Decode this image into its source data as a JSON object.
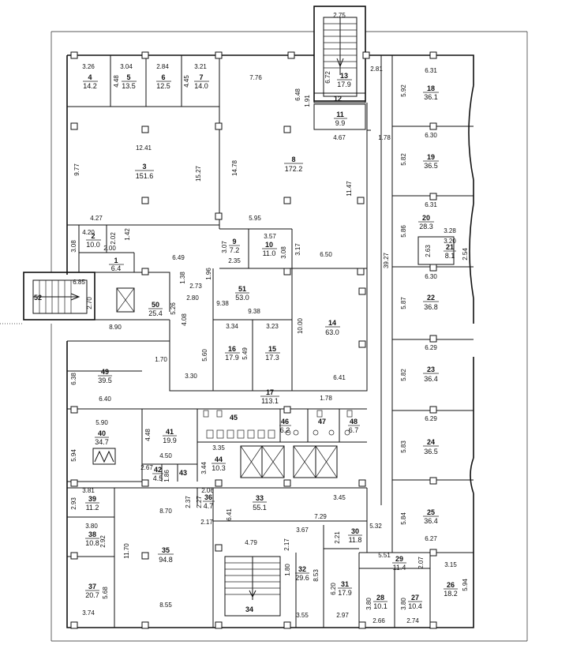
{
  "rooms": [
    {
      "id": "r1",
      "number": "1",
      "area": "6.4"
    },
    {
      "id": "r2",
      "number": "2",
      "area": "10.0"
    },
    {
      "id": "r3",
      "number": "3",
      "area": "151.6"
    },
    {
      "id": "r4",
      "number": "4",
      "area": "14.2"
    },
    {
      "id": "r5",
      "number": "5",
      "area": "13.5"
    },
    {
      "id": "r6",
      "number": "6",
      "area": "12.5"
    },
    {
      "id": "r7",
      "number": "7",
      "area": "14.0"
    },
    {
      "id": "r8",
      "number": "8",
      "area": "172.2"
    },
    {
      "id": "r9",
      "number": "9",
      "area": "7.2"
    },
    {
      "id": "r10",
      "number": "10",
      "area": "11.0"
    },
    {
      "id": "r11",
      "number": "11",
      "area": "9.9"
    },
    {
      "id": "r12",
      "number": "12",
      "area": ""
    },
    {
      "id": "r13",
      "number": "13",
      "area": "17.9"
    },
    {
      "id": "r14",
      "number": "14",
      "area": "63.0"
    },
    {
      "id": "r15",
      "number": "15",
      "area": "17.3"
    },
    {
      "id": "r16",
      "number": "16",
      "area": "17.9"
    },
    {
      "id": "r17",
      "number": "17",
      "area": "113.1"
    },
    {
      "id": "r18",
      "number": "18",
      "area": "36.1"
    },
    {
      "id": "r19",
      "number": "19",
      "area": "36.5"
    },
    {
      "id": "r20",
      "number": "20",
      "area": "28.3"
    },
    {
      "id": "r21",
      "number": "21",
      "area": "8.1"
    },
    {
      "id": "r22",
      "number": "22",
      "area": "36.8"
    },
    {
      "id": "r23",
      "number": "23",
      "area": "36.4"
    },
    {
      "id": "r24",
      "number": "24",
      "area": "36.5"
    },
    {
      "id": "r25",
      "number": "25",
      "area": "36.4"
    },
    {
      "id": "r26",
      "number": "26",
      "area": "18.2"
    },
    {
      "id": "r27",
      "number": "27",
      "area": "10.4"
    },
    {
      "id": "r28",
      "number": "28",
      "area": "10.1"
    },
    {
      "id": "r29",
      "number": "29",
      "area": "11.4"
    },
    {
      "id": "r30",
      "number": "30",
      "area": "11.8"
    },
    {
      "id": "r31",
      "number": "31",
      "area": "17.9"
    },
    {
      "id": "r32",
      "number": "32",
      "area": "29.6"
    },
    {
      "id": "r33",
      "number": "33",
      "area": "55.1"
    },
    {
      "id": "r34",
      "number": "34",
      "area": ""
    },
    {
      "id": "r35",
      "number": "35",
      "area": "94.8"
    },
    {
      "id": "r36",
      "number": "36",
      "area": "4.7"
    },
    {
      "id": "r37",
      "number": "37",
      "area": "20.7"
    },
    {
      "id": "r38",
      "number": "38",
      "area": "10.8"
    },
    {
      "id": "r39",
      "number": "39",
      "area": "11.2"
    },
    {
      "id": "r40",
      "number": "40",
      "area": "34.7"
    },
    {
      "id": "r41",
      "number": "41",
      "area": "19.9"
    },
    {
      "id": "r42",
      "number": "42",
      "area": "4.5"
    },
    {
      "id": "r43",
      "number": "43",
      "area": ""
    },
    {
      "id": "r44",
      "number": "44",
      "area": "10.3"
    },
    {
      "id": "r45",
      "number": "45",
      "area": ""
    },
    {
      "id": "r46",
      "number": "46",
      "area": "6.2"
    },
    {
      "id": "r47",
      "number": "47",
      "area": ""
    },
    {
      "id": "r48",
      "number": "48",
      "area": "6.7"
    },
    {
      "id": "r49",
      "number": "49",
      "area": "39.5"
    },
    {
      "id": "r50",
      "number": "50",
      "area": "25.4"
    },
    {
      "id": "r51",
      "number": "51",
      "area": "53.0"
    },
    {
      "id": "r52",
      "number": "52",
      "area": ""
    }
  ],
  "dimensions": [
    {
      "id": "d01",
      "text": "2.75"
    },
    {
      "id": "d02",
      "text": "6.72"
    },
    {
      "id": "d03",
      "text": "2.81"
    },
    {
      "id": "d04",
      "text": "1.91"
    },
    {
      "id": "d05",
      "text": "4.67"
    },
    {
      "id": "d06",
      "text": "1.78"
    },
    {
      "id": "d07",
      "text": "6.48"
    },
    {
      "id": "d08",
      "text": "7.76"
    },
    {
      "id": "d09",
      "text": "14.78"
    },
    {
      "id": "d10",
      "text": "11.47"
    },
    {
      "id": "d11",
      "text": "5.95"
    },
    {
      "id": "d12",
      "text": "3.26"
    },
    {
      "id": "d13",
      "text": "3.04"
    },
    {
      "id": "d14",
      "text": "2.84"
    },
    {
      "id": "d15",
      "text": "3.21"
    },
    {
      "id": "d16",
      "text": "4.48"
    },
    {
      "id": "d17",
      "text": "4.45"
    },
    {
      "id": "d18",
      "text": "12.41"
    },
    {
      "id": "d19",
      "text": "9.77"
    },
    {
      "id": "d20",
      "text": "15.27"
    },
    {
      "id": "d21",
      "text": "4.27"
    },
    {
      "id": "d22",
      "text": "4.20"
    },
    {
      "id": "d23",
      "text": "2.02"
    },
    {
      "id": "d24",
      "text": "1.42"
    },
    {
      "id": "d25",
      "text": "3.08"
    },
    {
      "id": "d26",
      "text": "2.00"
    },
    {
      "id": "d27",
      "text": "6.49"
    },
    {
      "id": "d28",
      "text": "3.07"
    },
    {
      "id": "d29",
      "text": "3.57"
    },
    {
      "id": "d30",
      "text": "2.35"
    },
    {
      "id": "d31",
      "text": "3.08"
    },
    {
      "id": "d32",
      "text": "3.17"
    },
    {
      "id": "d33",
      "text": "6.50"
    },
    {
      "id": "d34",
      "text": "1.38"
    },
    {
      "id": "d35",
      "text": "1.96"
    },
    {
      "id": "d36",
      "text": "2.73"
    },
    {
      "id": "d37",
      "text": "2.80"
    },
    {
      "id": "d38",
      "text": "6.85"
    },
    {
      "id": "d39",
      "text": "2.70"
    },
    {
      "id": "d40",
      "text": "5.26"
    },
    {
      "id": "d41",
      "text": "8.90"
    },
    {
      "id": "d42",
      "text": "9.38"
    },
    {
      "id": "d43",
      "text": "9.38"
    },
    {
      "id": "d44",
      "text": "4.08"
    },
    {
      "id": "d45",
      "text": "10.00"
    },
    {
      "id": "d46",
      "text": "3.34"
    },
    {
      "id": "d47",
      "text": "3.23"
    },
    {
      "id": "d48",
      "text": "5.60"
    },
    {
      "id": "d49",
      "text": "5.49"
    },
    {
      "id": "d50",
      "text": "1.70"
    },
    {
      "id": "d51",
      "text": "3.30"
    },
    {
      "id": "d52",
      "text": "6.41"
    },
    {
      "id": "d53",
      "text": "39.27"
    },
    {
      "id": "d54",
      "text": "6.31"
    },
    {
      "id": "d55",
      "text": "5.92"
    },
    {
      "id": "d56",
      "text": "6.30"
    },
    {
      "id": "d57",
      "text": "5.82"
    },
    {
      "id": "d58",
      "text": "6.31"
    },
    {
      "id": "d59",
      "text": "5.86"
    },
    {
      "id": "d60",
      "text": "3.28"
    },
    {
      "id": "d61",
      "text": "3.20"
    },
    {
      "id": "d62",
      "text": "2.63"
    },
    {
      "id": "d63",
      "text": "2.54"
    },
    {
      "id": "d64",
      "text": "6.30"
    },
    {
      "id": "d65",
      "text": "5.87"
    },
    {
      "id": "d66",
      "text": "6.29"
    },
    {
      "id": "d67",
      "text": "5.82"
    },
    {
      "id": "d68",
      "text": "6.29"
    },
    {
      "id": "d69",
      "text": "5.83"
    },
    {
      "id": "d70",
      "text": "5.84"
    },
    {
      "id": "d71",
      "text": "6.27"
    },
    {
      "id": "d72",
      "text": "6.38"
    },
    {
      "id": "d73",
      "text": "6.40"
    },
    {
      "id": "d74",
      "text": "1.78"
    },
    {
      "id": "d75",
      "text": "5.90"
    },
    {
      "id": "d76",
      "text": "5.94"
    },
    {
      "id": "d77",
      "text": "4.48"
    },
    {
      "id": "d78",
      "text": "4.50"
    },
    {
      "id": "d79",
      "text": "2.67"
    },
    {
      "id": "d80",
      "text": "1.86"
    },
    {
      "id": "d81",
      "text": "3.35"
    },
    {
      "id": "d82",
      "text": "3.44"
    },
    {
      "id": "d83",
      "text": "3.81"
    },
    {
      "id": "d84",
      "text": "2.93"
    },
    {
      "id": "d85",
      "text": "3.80"
    },
    {
      "id": "d86",
      "text": "2.92"
    },
    {
      "id": "d87",
      "text": "8.70"
    },
    {
      "id": "d88",
      "text": "11.70"
    },
    {
      "id": "d89",
      "text": "5.68"
    },
    {
      "id": "d90",
      "text": "3.74"
    },
    {
      "id": "d91",
      "text": "8.55"
    },
    {
      "id": "d92",
      "text": "2.37"
    },
    {
      "id": "d93",
      "text": "2.27"
    },
    {
      "id": "d94",
      "text": "2.06"
    },
    {
      "id": "d95",
      "text": "2.17"
    },
    {
      "id": "d96",
      "text": "6.41"
    },
    {
      "id": "d97",
      "text": "3.45"
    },
    {
      "id": "d98",
      "text": "7.29"
    },
    {
      "id": "d99",
      "text": "4.79"
    },
    {
      "id": "d100",
      "text": "3.67"
    },
    {
      "id": "d101",
      "text": "2.17"
    },
    {
      "id": "d102",
      "text": "2.21"
    },
    {
      "id": "d103",
      "text": "5.32"
    },
    {
      "id": "d104",
      "text": "1.80"
    },
    {
      "id": "d105",
      "text": "8.53"
    },
    {
      "id": "d106",
      "text": "6.20"
    },
    {
      "id": "d107",
      "text": "2.97"
    },
    {
      "id": "d108",
      "text": "3.55"
    },
    {
      "id": "d109",
      "text": "5.51"
    },
    {
      "id": "d110",
      "text": "2.07"
    },
    {
      "id": "d111",
      "text": "3.15"
    },
    {
      "id": "d112",
      "text": "3.80"
    },
    {
      "id": "d113",
      "text": "3.80"
    },
    {
      "id": "d114",
      "text": "2.66"
    },
    {
      "id": "d115",
      "text": "2.74"
    },
    {
      "id": "d116",
      "text": "5.94"
    }
  ]
}
